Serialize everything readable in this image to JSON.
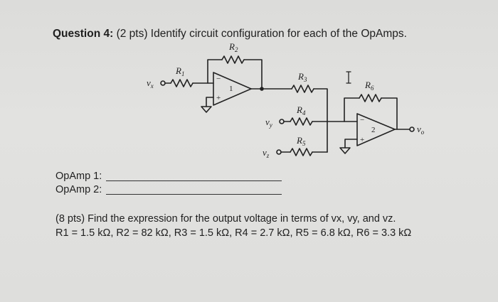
{
  "question": {
    "number_label": "Question 4:",
    "instruction": " (2 pts) Identify circuit configuration for each of the OpAmps."
  },
  "circuit": {
    "r2": "R",
    "r2_sub": "2",
    "r1": "R",
    "r1_sub": "1",
    "r3": "R",
    "r3_sub": "3",
    "r4": "R",
    "r4_sub": "4",
    "r5": "R",
    "r5_sub": "5",
    "r6": "R",
    "r6_sub": "6",
    "vx": "v",
    "vx_sub": "x",
    "vy": "v",
    "vy_sub": "y",
    "vz": "v",
    "vz_sub": "z",
    "vo": "v",
    "vo_sub": "o",
    "opamp1_number": "1",
    "opamp2_number": "2",
    "minus": "−",
    "plus": "+",
    "current_marker": "I"
  },
  "answers": {
    "opamp1_label": "OpAmp 1:",
    "opamp2_label": "OpAmp 2:"
  },
  "part2": {
    "prompt": "(8 pts) Find the expression for the output voltage in terms of vx, vy, and vz.",
    "values": "R1 = 1.5 kΩ, R2 = 82 kΩ, R3 = 1.5 kΩ, R4 = 2.7 kΩ, R5 = 6.8 kΩ, R6 = 3.3 kΩ"
  }
}
